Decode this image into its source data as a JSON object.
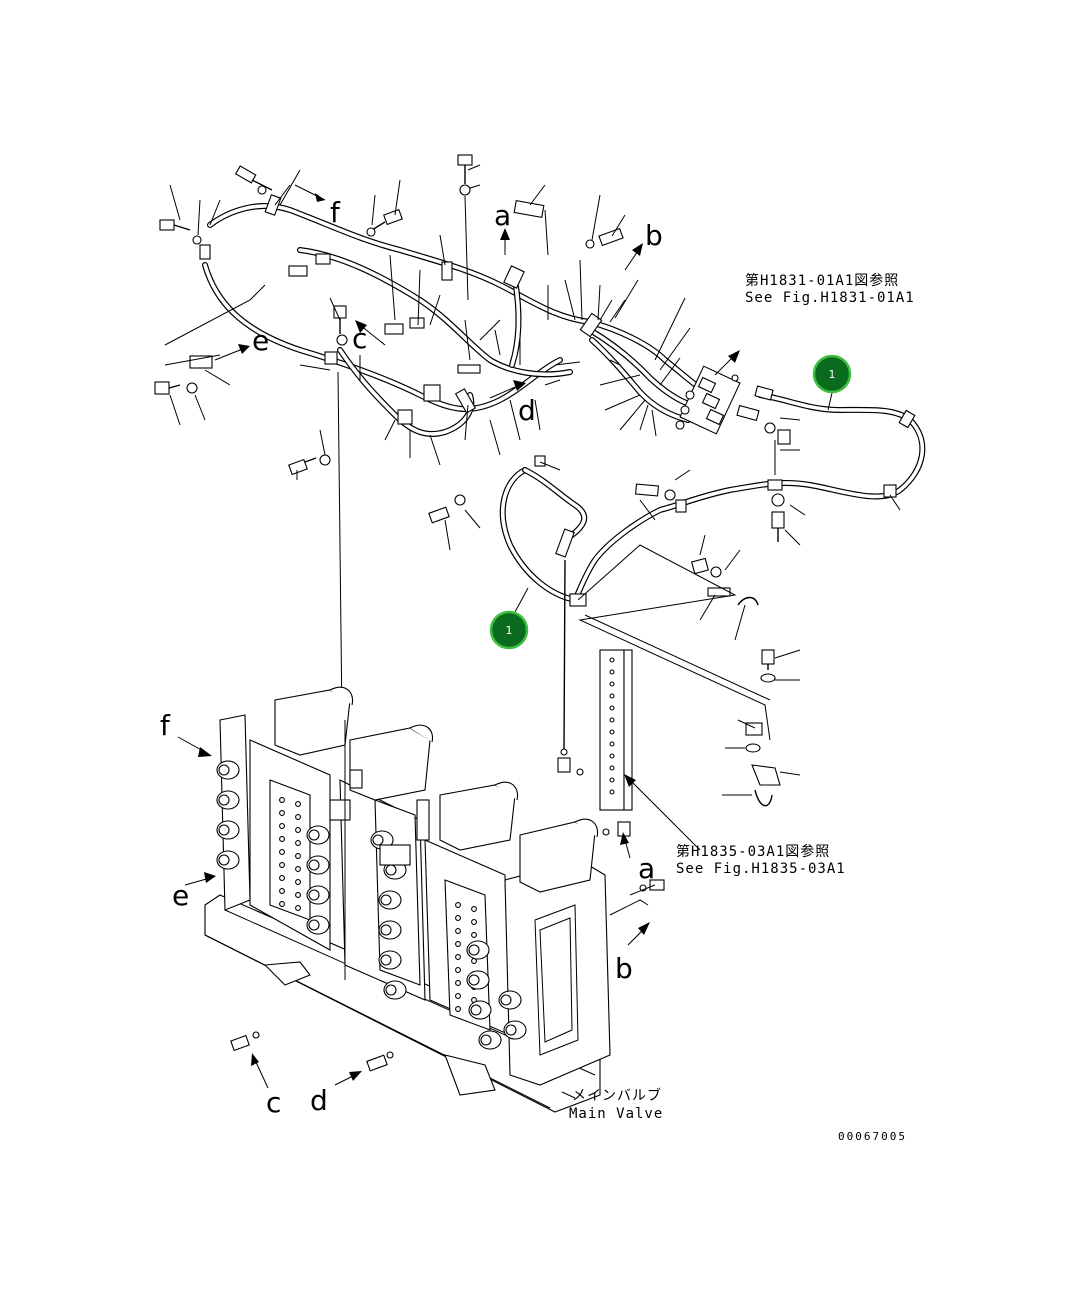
{
  "callouts": {
    "a1": "a",
    "b1": "b",
    "c1": "c",
    "d1": "d",
    "e1": "e",
    "f1": "f",
    "a2": "a",
    "b2": "b",
    "c2": "c",
    "d2": "d",
    "e2": "e",
    "f2": "f"
  },
  "refs": {
    "ref1_jp": "第H1831-01A1図参照",
    "ref1_en": "See Fig.H1831-01A1",
    "ref2_jp": "第H1835-03A1図参照",
    "ref2_en": "See Fig.H1835-03A1"
  },
  "main_valve": {
    "jp": "メインバルブ",
    "en": "Main Valve"
  },
  "drawing_code": "00067005",
  "badges": [
    {
      "label": "1"
    },
    {
      "label": "1"
    }
  ],
  "colors": {
    "badge_fill": "#0a6a1e",
    "badge_ring": "#3fbf3f",
    "line": "#000000"
  }
}
